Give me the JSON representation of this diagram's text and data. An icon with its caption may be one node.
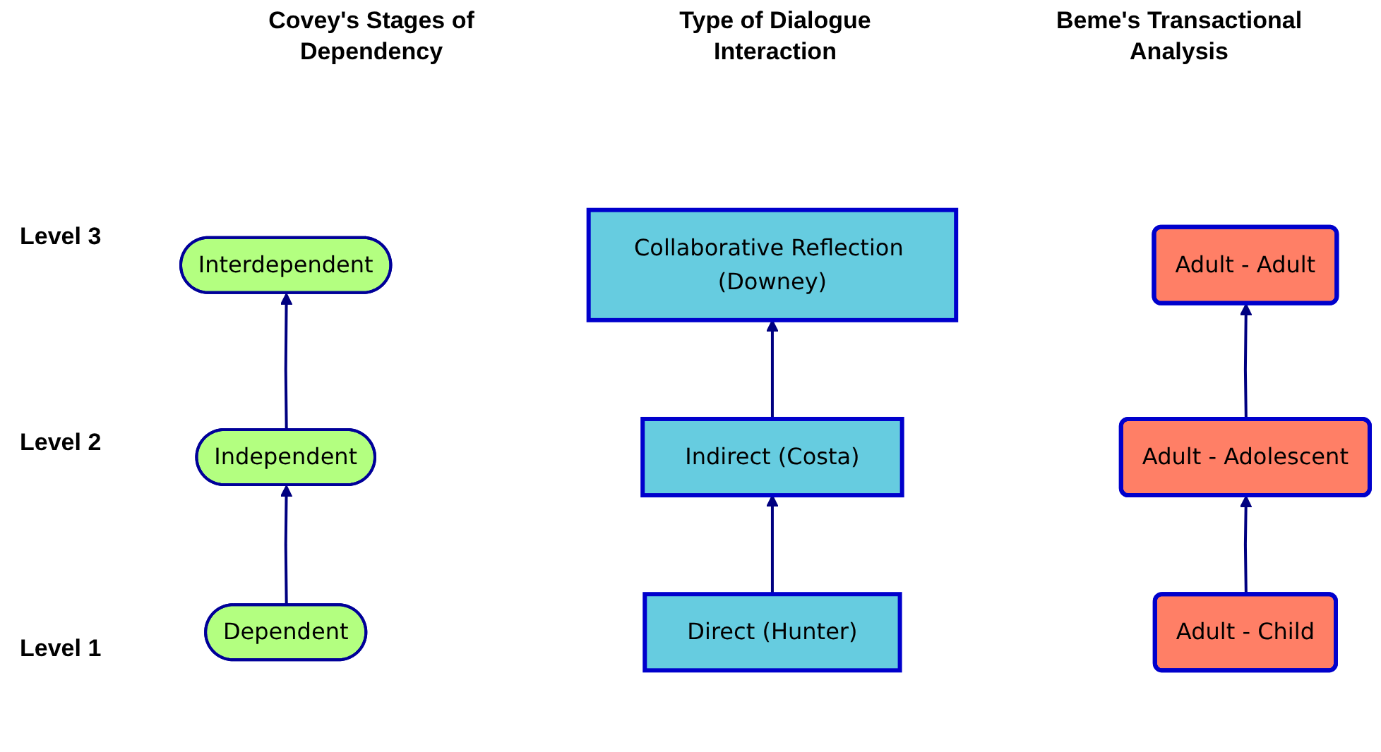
{
  "diagram": {
    "nodes": [
      {
        "text": [
          "Interdependent"
        ]
      },
      {
        "text": [
          "Collaborative Reflection (Downey)"
        ]
      },
      {
        "text": [
          "Adult - Adult"
        ]
      },
      {
        "text": [
          "Independent"
        ]
      },
      {
        "text": [
          "Indirect (Costa)"
        ]
      },
      {
        "text": [
          "Adult - Adolescent"
        ]
      },
      {
        "text": [
          "Dependent"
        ]
      },
      {
        "text": [
          "Direct (Hunter)"
        ]
      },
      {
        "text": [
          "Adult - Child"
        ]
      }
    ],
    "edges": [
      {
        "from": 3,
        "to": 0,
        "arrow": "to"
      },
      {
        "from": 6,
        "to": 3,
        "arrow": "to"
      },
      {
        "from": 4,
        "to": 1,
        "arrow": "to"
      },
      {
        "from": 7,
        "to": 4,
        "arrow": "to"
      },
      {
        "from": 5,
        "to": 2,
        "arrow": "to"
      },
      {
        "from": 8,
        "to": 5,
        "arrow": "to"
      }
    ],
    "labels": [
      "Covey's Stages of Dependency",
      "Type of Dialogue Interaction",
      "Beme's Transactional Analysis",
      "Level 3",
      "Level 2",
      "Level 1"
    ]
  }
}
